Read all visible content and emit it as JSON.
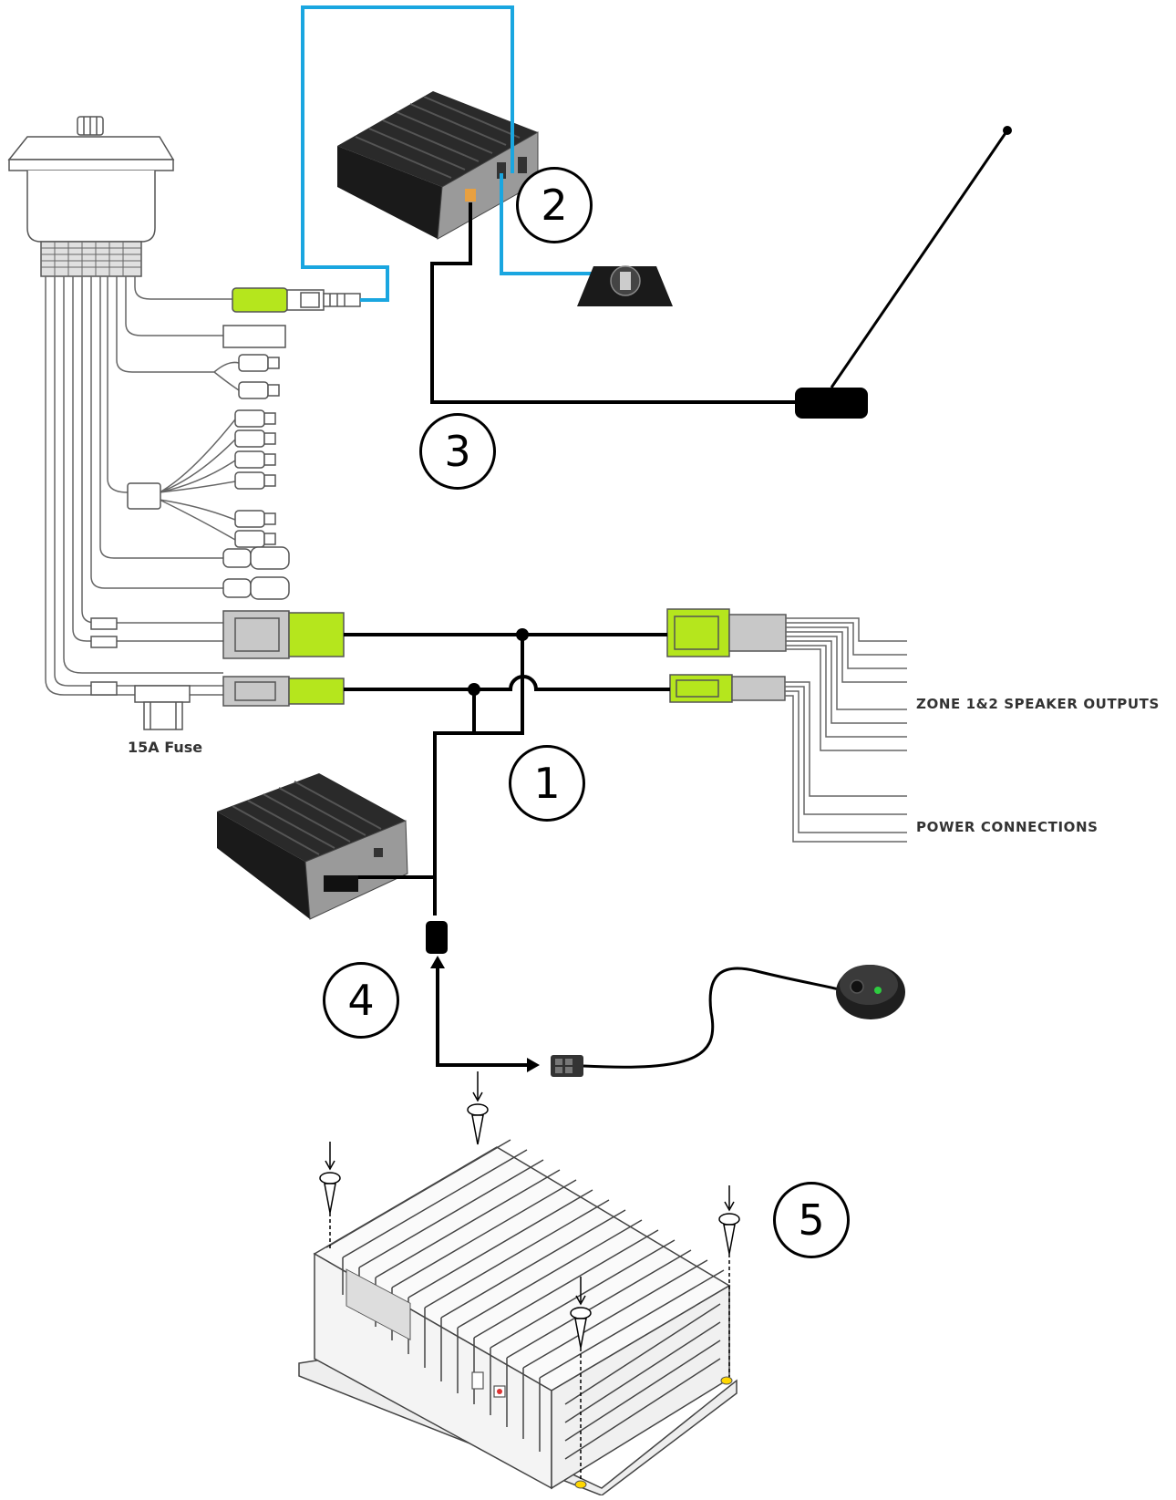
{
  "labels": {
    "fuse": "15A Fuse",
    "speaker_outputs": "ZONE 1&2 SPEAKER OUTPUTS",
    "power_connections": "POWER CONNECTIONS"
  },
  "steps": {
    "step1": "1",
    "step2": "2",
    "step3": "3",
    "step4": "4",
    "step5": "5"
  },
  "colors": {
    "usb_cable": "#1aa6e0",
    "connector_green": "#b5e61d",
    "connector_grey": "#c8c8c8",
    "wire": "#000000",
    "outline": "#555555"
  }
}
